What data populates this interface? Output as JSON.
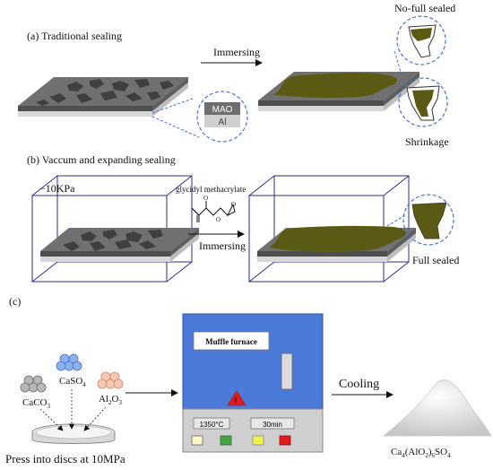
{
  "section_a": {
    "title": "(a) Traditional  sealing",
    "step_label": "Immersing",
    "layer_top": "MAO",
    "layer_bottom": "Al",
    "result_top": "No-full sealed",
    "result_bottom": "Shrinkage"
  },
  "section_b": {
    "title": "(b) Vaccum and expanding sealing",
    "pressure": "−10KPa",
    "reagent": "glycidyl methacrylate",
    "step_label": "Immersing",
    "result": "Full sealed"
  },
  "section_c": {
    "title": "(c)",
    "reagents": [
      {
        "base": "CaCO",
        "sub": "3",
        "color": "#9a9a9a"
      },
      {
        "base": "CaSO",
        "sub": "4",
        "color": "#6f95d4"
      },
      {
        "base": "Al",
        "sub1": "2",
        "mid": "O",
        "sub": "3",
        "color": "#e8a890"
      }
    ],
    "press_caption": "Press into discs at 10MPa",
    "furnace_label": "Muffle furnace",
    "temperature": "1350°C",
    "duration": "30min",
    "cooling_label": "Cooling",
    "product": {
      "p1": "Ca",
      "s1": "4",
      "p2": "(AlO",
      "s2": "2",
      "p3": ")",
      "s3": "6",
      "p4": "SO",
      "s4": "4"
    }
  },
  "colors": {
    "mao_top": "#6e6e6e",
    "mao_side": "#555555",
    "al_layer": "#d6d6d6",
    "sealant": "#5a5a14",
    "furnace": "#4b7ad8",
    "dash": "#4a72c4"
  }
}
